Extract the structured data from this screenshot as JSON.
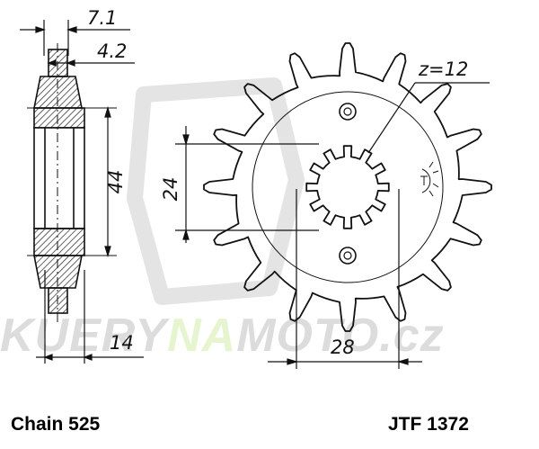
{
  "dimensions": {
    "width_top": "7.1",
    "width_mid": "4.2",
    "hub_height": "44",
    "hub_width": "14",
    "spline_height": "24",
    "spline_width": "28",
    "teeth": "z=12"
  },
  "labels": {
    "chain": "Chain 525",
    "part_number": "JTF 1372"
  },
  "watermark": {
    "part1": "KUERY",
    "part2": "NA",
    "part3": "MOTO",
    "part4": ".cz"
  },
  "colors": {
    "line": "#111111",
    "hatch": "#222222",
    "watermark_gray": "#dcdcdc",
    "watermark_green": "#e6f5cf"
  }
}
